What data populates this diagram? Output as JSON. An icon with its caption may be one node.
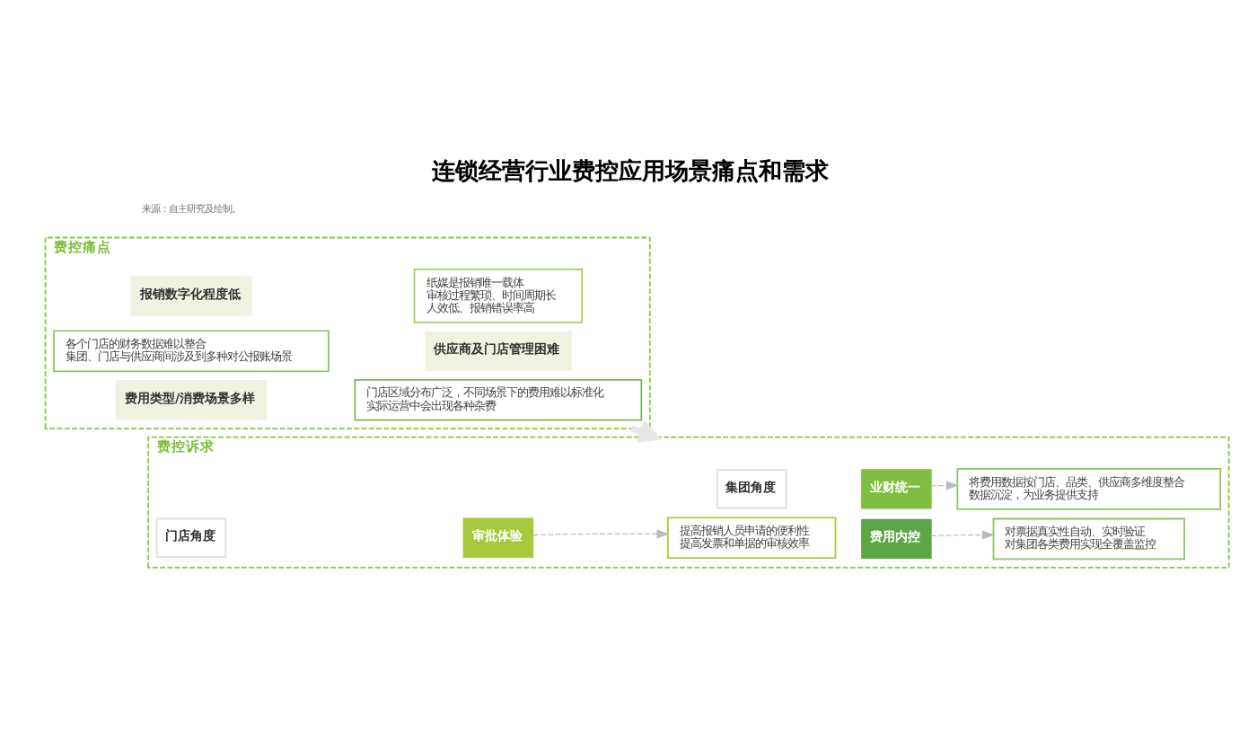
{
  "diagram": {
    "title": "连锁经营行业费控应用场景痛点和需求",
    "nodes": [
      {
        "text": [
          "费控痛点"
        ]
      },
      {
        "text": [
          "报销数字化程度低"
        ],
        "in": 0
      },
      {
        "text": [
          "纸媒是报销唯一载体",
          "审核过程繁琐、时间周期长",
          "人效低、报销错误率高"
        ],
        "in": 0
      },
      {
        "text": [
          "各个门店的财务数据难以整合",
          "集团、门店与供应商间涉及到多种对公报账场景"
        ],
        "in": 0
      },
      {
        "text": [
          "供应商及门店管理困难"
        ],
        "in": 0
      },
      {
        "text": [
          "费用类型/消费场景多样"
        ],
        "in": 0
      },
      {
        "text": [
          "门店区域分布广泛，不同场景下的费用难以标准化",
          "实际运营中会出现各种杂费"
        ],
        "in": 0
      },
      {
        "text": [
          "费控诉求"
        ]
      },
      {
        "text": [
          "集团角度"
        ],
        "in": 7
      },
      {
        "text": [
          "费用内控"
        ],
        "in": 7
      },
      {
        "text": [
          "对票据真实性自动、实时验证",
          "对集团各类费用实现全覆盖监控"
        ],
        "in": 7
      },
      {
        "text": [
          "业财统一"
        ],
        "in": 7
      },
      {
        "text": [
          "将费用数据按门店、品类、供应商多维度整合",
          "数据沉淀，为业务提供支持"
        ],
        "in": 7
      },
      {
        "text": [
          "门店角度"
        ],
        "in": 7
      },
      {
        "text": [
          "审批体验"
        ],
        "in": 7
      },
      {
        "text": [
          "提高报销人员申请的便利性",
          "提高发票和单据的审核效率"
        ],
        "in": 7
      }
    ],
    "edges": [
      {
        "from": 0,
        "to": 7,
        "arrow": "to",
        "color": "#e6e6e6",
        "style": "thick"
      },
      {
        "from": 9,
        "to": 10,
        "arrow": "to",
        "style": "dashed"
      },
      {
        "from": 11,
        "to": 12,
        "arrow": "to",
        "style": "dashed"
      },
      {
        "from": 14,
        "to": 15,
        "arrow": "to",
        "style": "dashed"
      }
    ],
    "labels": [
      "来源：自主研究及绘制。"
    ]
  }
}
